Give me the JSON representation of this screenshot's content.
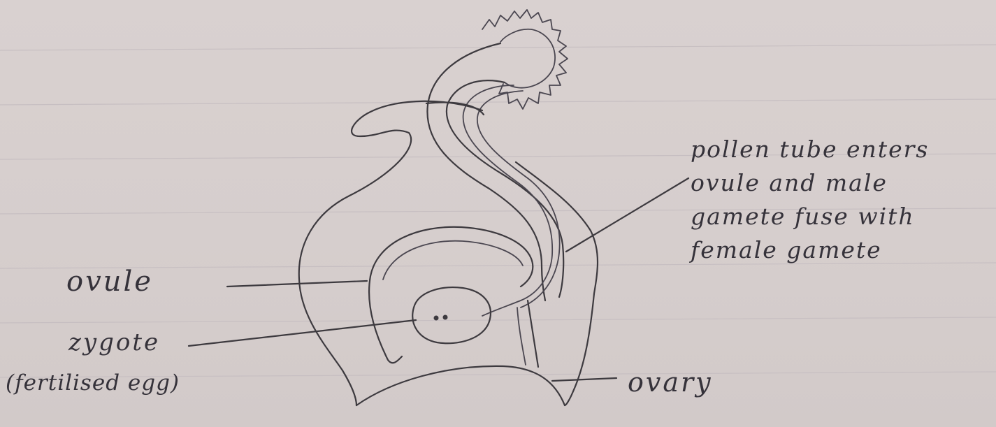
{
  "labels": {
    "ovule": "ovule",
    "zygote": "zygote",
    "zygote_note": "(fertilised egg)",
    "ovary": "ovary",
    "pollen_tube": [
      "pollen tube enters",
      "ovule and male",
      "gamete fuse with",
      "female gamete"
    ]
  }
}
